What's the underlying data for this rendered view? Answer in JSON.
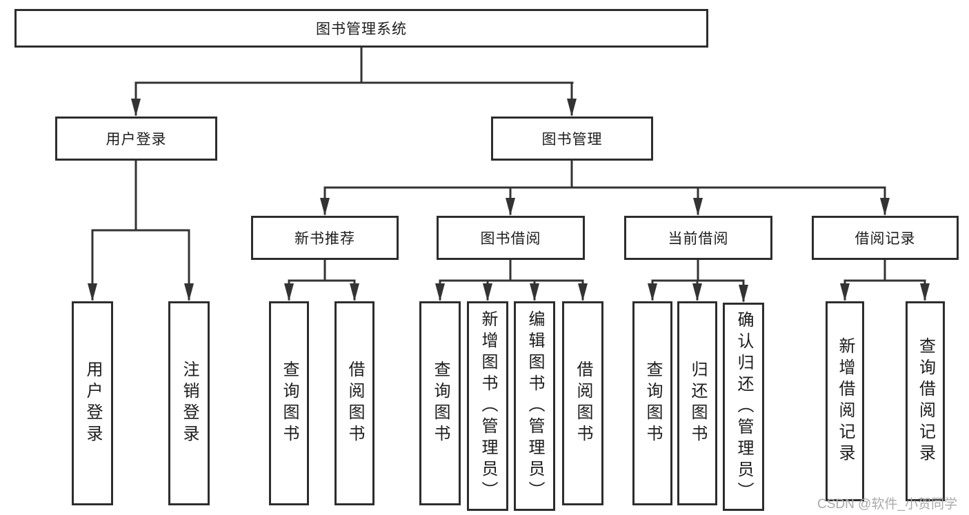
{
  "diagram_type": "hierarchy-tree",
  "colors": {
    "line": "#333333",
    "box_border": "#2d2d2d",
    "text": "#1c1c1c",
    "background": "#ffffff",
    "watermark": "#a9a9a9"
  },
  "tree": {
    "root": {
      "label": "图书管理系统"
    },
    "branches": [
      {
        "label": "用户登录",
        "children": [
          {
            "label": "用户登录"
          },
          {
            "label": "注销登录"
          }
        ]
      },
      {
        "label": "图书管理",
        "children": [
          {
            "label": "新书推荐",
            "children": [
              {
                "label": "查询图书"
              },
              {
                "label": "借阅图书"
              }
            ]
          },
          {
            "label": "图书借阅",
            "children": [
              {
                "label": "查询图书"
              },
              {
                "label": "新增图书（管理员）"
              },
              {
                "label": "编辑图书（管理员）"
              },
              {
                "label": "借阅图书"
              }
            ]
          },
          {
            "label": "当前借阅",
            "children": [
              {
                "label": "查询图书"
              },
              {
                "label": "归还图书"
              },
              {
                "label": "确认归还（管理员）"
              }
            ]
          },
          {
            "label": "借阅记录",
            "children": [
              {
                "label": "新增借阅记录"
              },
              {
                "label": "查询借阅记录"
              }
            ]
          }
        ]
      }
    ]
  },
  "watermark": {
    "text": "CSDN @软件_小贺同学"
  }
}
